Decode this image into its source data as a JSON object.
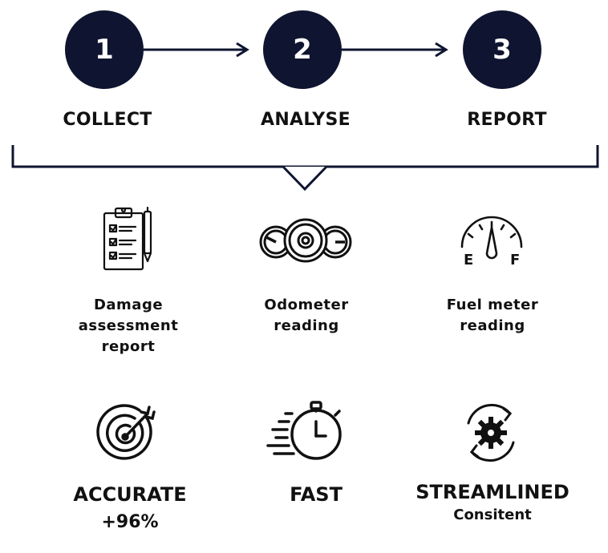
{
  "colors": {
    "navy": "#0f1530",
    "ink": "#111111"
  },
  "steps": [
    {
      "number": "1",
      "label": "COLLECT"
    },
    {
      "number": "2",
      "label": "ANALYSE"
    },
    {
      "number": "3",
      "label": "REPORT"
    }
  ],
  "features": [
    {
      "icon": "clipboard-checklist-icon",
      "lines": [
        "Damage",
        "assessment",
        "report"
      ]
    },
    {
      "icon": "gauges-icon",
      "lines": [
        "Odometer",
        "reading"
      ]
    },
    {
      "icon": "fuel-gauge-icon",
      "lines": [
        "Fuel meter",
        "reading"
      ],
      "gauge_left": "E",
      "gauge_right": "F"
    }
  ],
  "benefits": [
    {
      "icon": "target-icon",
      "title": "ACCURATE",
      "subtitle": "+96%"
    },
    {
      "icon": "stopwatch-icon",
      "title": "FAST",
      "subtitle": ""
    },
    {
      "icon": "gear-cycle-icon",
      "title": "STREAMLINED",
      "subtitle": "Consitent"
    }
  ]
}
